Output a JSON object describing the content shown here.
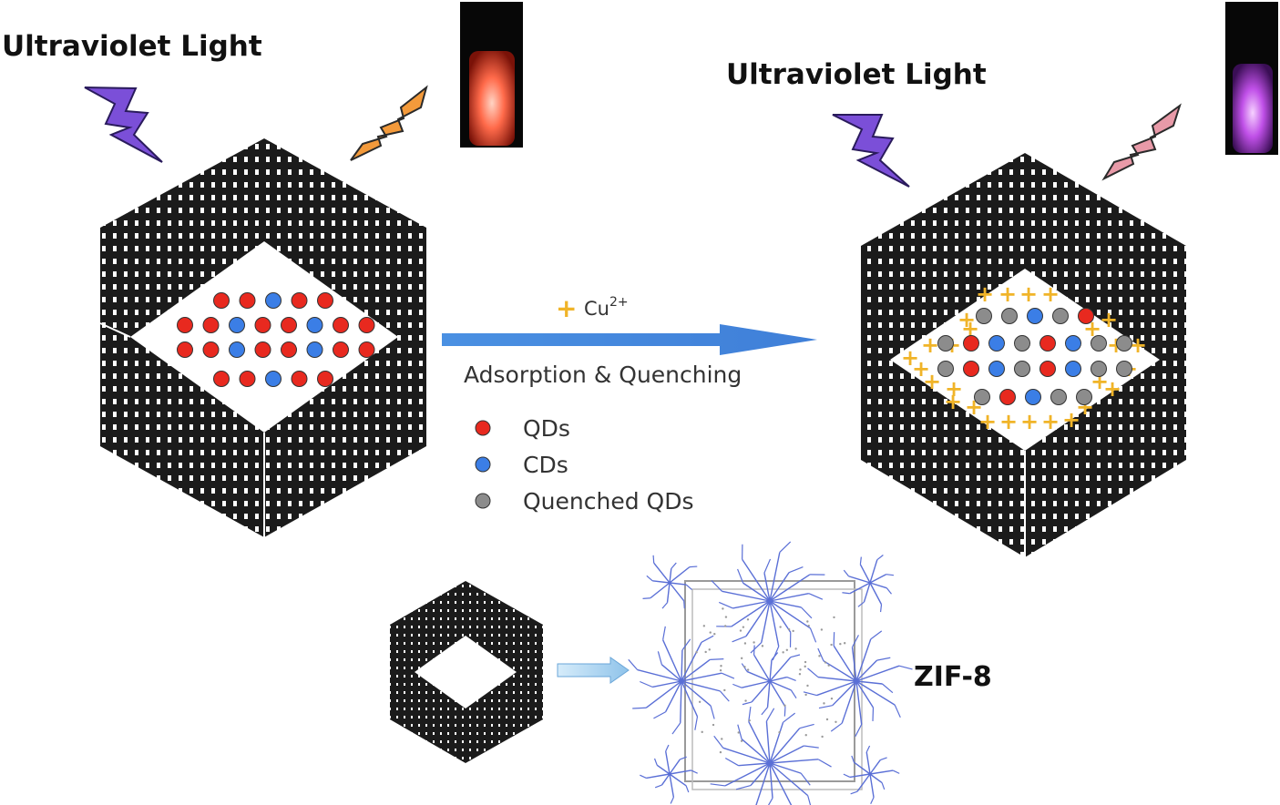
{
  "left_panel": {
    "title": "Ultraviolet Light",
    "vial_glow": "#ff6a4a",
    "emission_color": "#f39a3b"
  },
  "right_panel": {
    "title": "Ultraviolet Light",
    "vial_glow": "#c050e8",
    "emission_color": "#e89aa8"
  },
  "reaction": {
    "ion_symbol": "+",
    "ion_label": "Cu",
    "ion_charge": "2+",
    "process_label": "Adsorption & Quenching"
  },
  "legend": [
    {
      "label": "QDs",
      "color": "#e8291f"
    },
    {
      "label": "CDs",
      "color": "#3b7ee6"
    },
    {
      "label": "Quenched QDs",
      "color": "#8c8c8c"
    }
  ],
  "bottom": {
    "label": "ZIF-8"
  },
  "colors": {
    "uv_bolt": "#7b4fd8",
    "arrow": "#4a90e2",
    "ion": "#f0b429",
    "framework": "#1a1a1a",
    "crystal": "#5a6fd6"
  }
}
